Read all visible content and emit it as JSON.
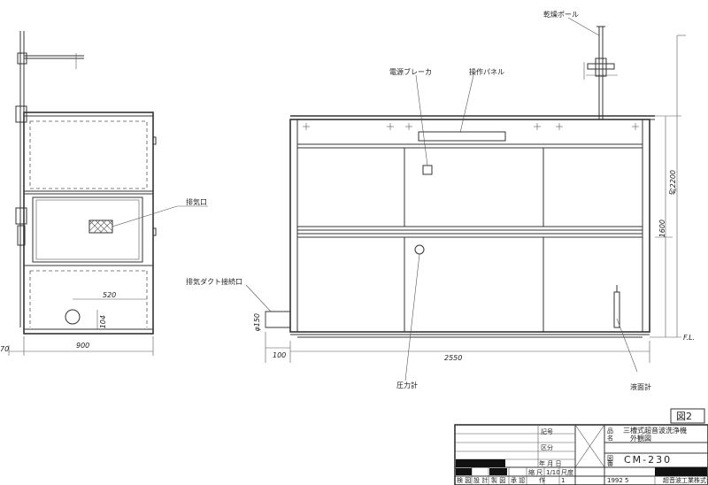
{
  "figure": {
    "label": "図2"
  },
  "labels": {
    "drying_pole": "乾燥ポール",
    "breaker": "電源ブレーカ",
    "control_panel": "操作パネル",
    "exhaust_port": "排気口",
    "duct_connection": "排気ダクト接続口",
    "pressure_gauge": "圧力計",
    "level_gauge": "液面計"
  },
  "dimensions": {
    "side_width": "900",
    "side_offset": "70",
    "duct_spacing": "520",
    "duct_height": "104",
    "front_width": "2550",
    "front_offset": "100",
    "upper_height": "1600",
    "total_height": "約2200",
    "duct_dia": "φ150",
    "floor_level": "F.L."
  },
  "title_block": {
    "product_name": "三槽式超音波洗浄機",
    "view_name": "外観図",
    "drawing_number": "CM-230",
    "date": "1992 5",
    "company": "　超音波工業株式会社",
    "scale": "1/10",
    "sheet": "1",
    "row_labels": [
      "品",
      "名",
      "図",
      "番"
    ],
    "col_labels": [
      "検 図",
      "設 計",
      "製 図",
      "承 認",
      "作"
    ],
    "misc": [
      "縮 尺",
      "尺度",
      "年 月 日",
      "記号",
      "区分"
    ]
  }
}
